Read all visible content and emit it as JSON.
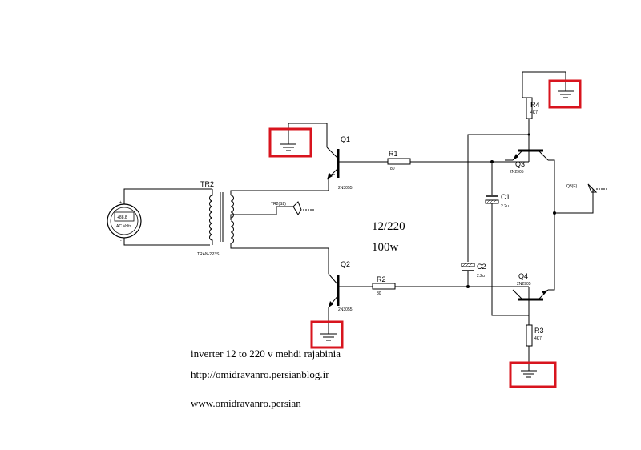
{
  "components": {
    "q1": {
      "name": "Q1",
      "part": "2N3055"
    },
    "q2": {
      "name": "Q2",
      "part": "2N3055"
    },
    "q3": {
      "name": "Q3",
      "part": "2N2905"
    },
    "q4": {
      "name": "Q4",
      "part": "2N2905"
    },
    "r1": {
      "name": "R1",
      "value": "80"
    },
    "r2": {
      "name": "R2",
      "value": "80"
    },
    "r3": {
      "name": "R3",
      "value": "4K7"
    },
    "r4": {
      "name": "R4",
      "value": "4K7"
    },
    "c1": {
      "name": "C1",
      "value": "2.2u"
    },
    "c2": {
      "name": "C2",
      "value": "2.2u"
    },
    "tr2": {
      "name": "TR2",
      "part": "TRAN-2P3S"
    },
    "source": {
      "value": "+88.8",
      "unit": "AC Volts"
    },
    "probes": {
      "tr2": "TR2(S2)",
      "q3": "Q3(E)"
    },
    "plus": "+",
    "minus": "-"
  },
  "annotations": {
    "ratio": "12/220",
    "power": "100w",
    "caption": "inverter 12 to 220 v mehdi rajabinia",
    "url1": "http://omidravanro.persianblog.ir",
    "url2": "www.omidravanro.persian"
  },
  "colors": {
    "highlight": "#d8141e",
    "wire": "#000000"
  }
}
